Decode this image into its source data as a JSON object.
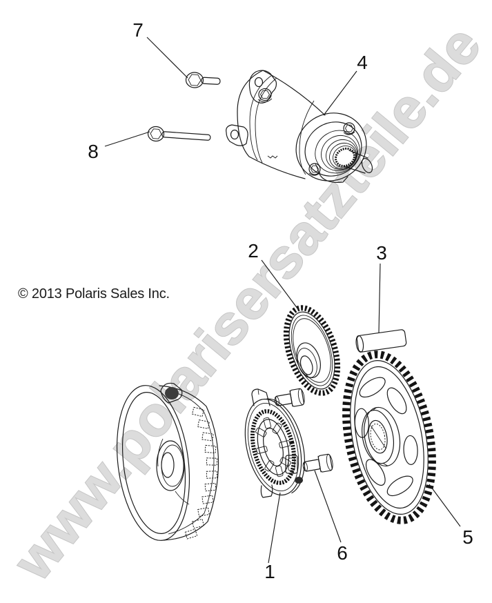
{
  "diagram": {
    "copyright": "© 2013 Polaris Sales Inc.",
    "watermark": {
      "text": "www.polarisersatzteile.de",
      "fill": "#dcdcdc",
      "outline": "#c6c6c6"
    },
    "colors": {
      "background": "#ffffff",
      "line": "#1a1a1a"
    },
    "callouts": [
      {
        "label": "1"
      },
      {
        "label": "2"
      },
      {
        "label": "3"
      },
      {
        "label": "4"
      },
      {
        "label": "5"
      },
      {
        "label": "6"
      },
      {
        "label": "7"
      },
      {
        "label": "8"
      }
    ]
  }
}
